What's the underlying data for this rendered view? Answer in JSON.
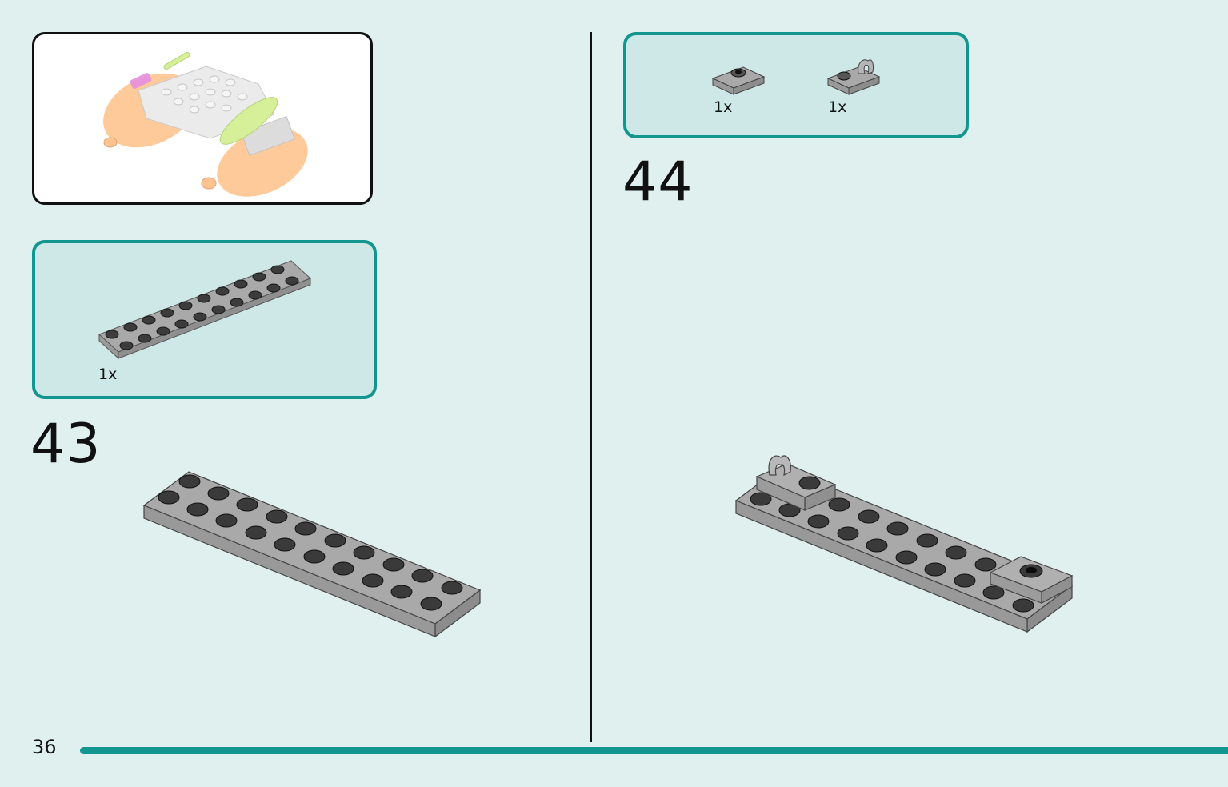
{
  "page": {
    "number": "36"
  },
  "colors": {
    "background": "#dff0ee",
    "parts_box_fill": "#cde8e6",
    "accent_teal": "#13968f",
    "brick_gray": "#a3a3a3",
    "stud_dark": "#3c3c3c",
    "model_orange": "#ffc48f",
    "model_lime": "#d6f09a",
    "model_magenta": "#e48ee0"
  },
  "steps": [
    {
      "number": "43",
      "parts": [
        {
          "name": "plate-2x10-gray",
          "quantity": "1x"
        }
      ]
    },
    {
      "number": "44",
      "parts": [
        {
          "name": "plate-1x2-jumper-gray",
          "quantity": "1x"
        },
        {
          "name": "plate-1x2-clip-gray",
          "quantity": "1x"
        }
      ]
    }
  ]
}
